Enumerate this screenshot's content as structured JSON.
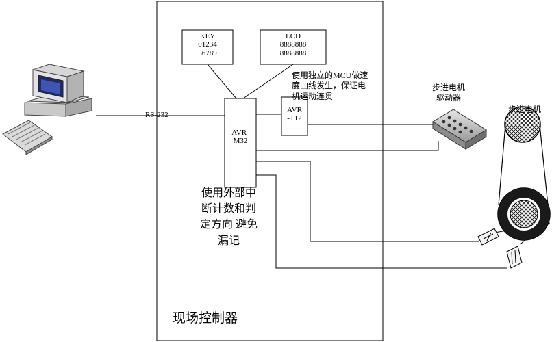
{
  "serial_label": "RS-232",
  "key_box": {
    "lines": [
      "KEY",
      "01234",
      "56789"
    ]
  },
  "lcd_box": {
    "lines": [
      "LCD",
      "8888888",
      "8888888"
    ]
  },
  "mcu_note": {
    "lines": [
      "使用独立的MCU做速",
      "度曲线发生，保证电",
      "机运动连贯"
    ]
  },
  "main_mcu": {
    "lines": [
      "AVR-",
      "M32"
    ]
  },
  "aux_mcu": {
    "lines": [
      "AVR",
      "-T12"
    ]
  },
  "driver_label": {
    "lines": [
      "步进电机",
      "驱动器"
    ]
  },
  "motor_label": "步进电机",
  "interrupt_note": {
    "lines": [
      "使用外部中",
      "断计数和判",
      "定方向 避免",
      "漏记"
    ]
  },
  "controller_label": "现场控制器"
}
